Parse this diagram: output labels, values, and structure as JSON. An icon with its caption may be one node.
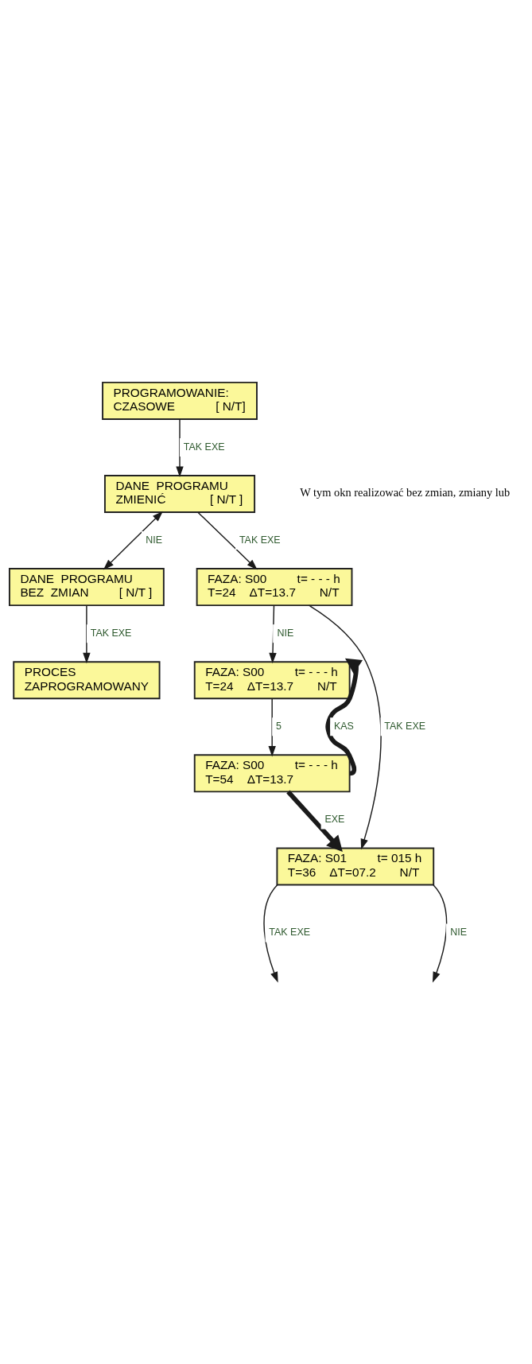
{
  "diagram": {
    "nodes": [
      {
        "text": [
          "PROGRAMOWANIE:",
          "CZASOWE            [ N/T]"
        ]
      },
      {
        "text": [
          "DANE  PROGRAMU",
          "ZMIENIĆ             [ N/T ]"
        ]
      },
      {
        "text": [
          "DANE  PROGRAMU",
          "BEZ  ZMIAN         [ N/T ]"
        ]
      },
      {
        "text": [
          "PROCES",
          "ZAPROGRAMOWANY"
        ]
      },
      {
        "text": [
          "FAZA: S00         t= - - - h",
          "T=24    ΔT=13.7       N/T"
        ]
      },
      {
        "text": [
          "FAZA: S00         t= - - - h",
          "T=24    ΔT=13.7       N/T"
        ]
      },
      {
        "text": [
          "FAZA: S00         t= - - - h",
          "T=54    ΔT=13.7"
        ]
      },
      {
        "text": [
          "FAZA: S01         t= 015 h",
          "T=36    ΔT=07.2       N/T"
        ]
      }
    ],
    "edges": [
      {
        "from": 0,
        "to": 1,
        "arrow": "to",
        "label": "TAK EXE"
      },
      {
        "from": 1,
        "to": 2,
        "arrow": "both",
        "label": "NIE"
      },
      {
        "from": 1,
        "to": 4,
        "arrow": "to",
        "label": "TAK EXE"
      },
      {
        "from": 2,
        "to": 3,
        "arrow": "to",
        "label": "TAK EXE"
      },
      {
        "from": 4,
        "to": 5,
        "arrow": "to",
        "label": "NIE"
      },
      {
        "from": 4,
        "to": 7,
        "arrow": "to",
        "label": "TAK EXE"
      },
      {
        "from": 5,
        "to": 6,
        "arrow": "to",
        "label": "5"
      },
      {
        "from": 6,
        "to": 5,
        "arrow": "to",
        "label": "KAS",
        "style": "thick"
      },
      {
        "from": 6,
        "to": 7,
        "arrow": "to",
        "label": "EXE",
        "style": "thick"
      },
      {
        "from": 7,
        "to": null,
        "arrow": "to",
        "label": "TAK EXE"
      },
      {
        "from": 7,
        "to": null,
        "arrow": "to",
        "label": "NIE"
      }
    ],
    "labels": [
      "W tym okn realizować bez zmian, zmiany lub"
    ]
  }
}
